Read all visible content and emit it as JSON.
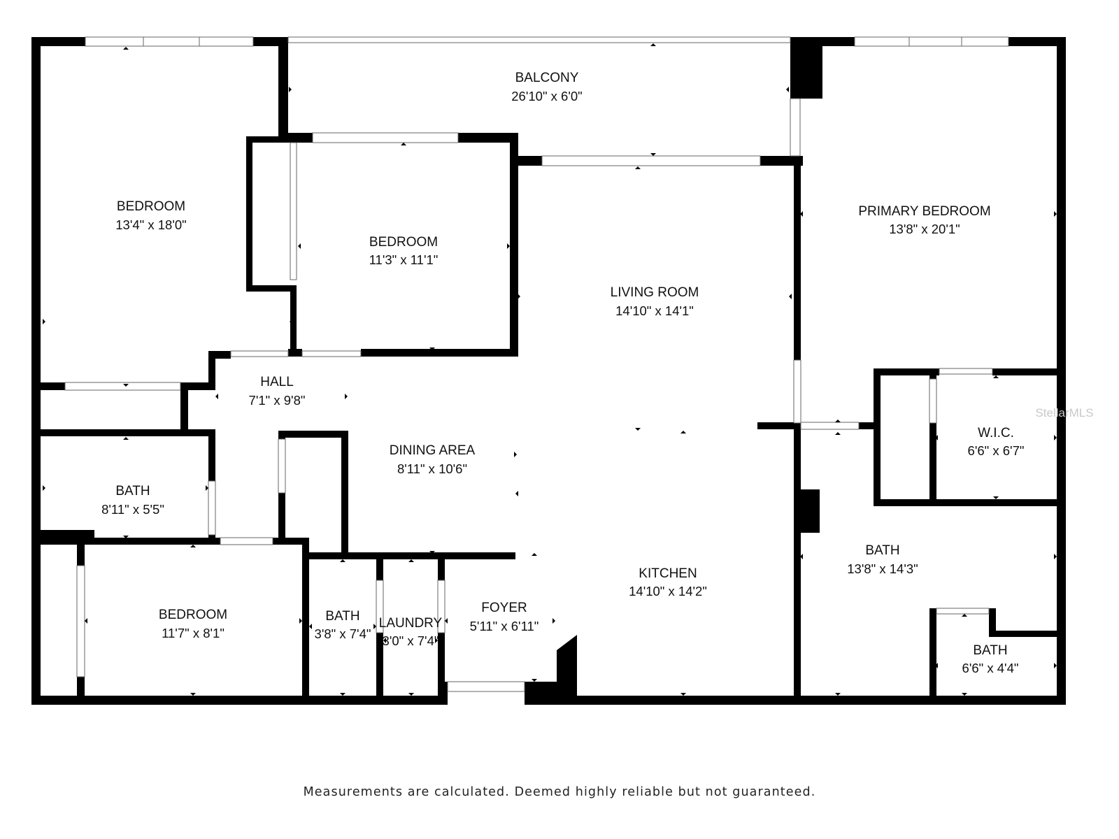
{
  "rooms": {
    "balcony": {
      "name": "BALCONY",
      "dims": "26'10\" x 6'0\""
    },
    "bedroom_nw": {
      "name": "BEDROOM",
      "dims": "13'4\" x 18'0\""
    },
    "bedroom_center": {
      "name": "BEDROOM",
      "dims": "11'3\" x 11'1\""
    },
    "living_room": {
      "name": "LIVING ROOM",
      "dims": "14'10\" x 14'1\""
    },
    "primary_bedroom": {
      "name": "PRIMARY BEDROOM",
      "dims": "13'8\" x 20'1\""
    },
    "hall": {
      "name": "HALL",
      "dims": "7'1\" x 9'8\""
    },
    "dining_area": {
      "name": "DINING AREA",
      "dims": "8'11\" x 10'6\""
    },
    "wic": {
      "name": "W.I.C.",
      "dims": "6'6\" x 6'7\""
    },
    "bath_west": {
      "name": "BATH",
      "dims": "8'11\" x 5'5\""
    },
    "bath_primary": {
      "name": "BATH",
      "dims": "13'8\" x 14'3\""
    },
    "kitchen": {
      "name": "KITCHEN",
      "dims": "14'10\" x 14'2\""
    },
    "foyer": {
      "name": "FOYER",
      "dims": "5'11\" x 6'11\""
    },
    "bedroom_sw": {
      "name": "BEDROOM",
      "dims": "11'7\" x 8'1\""
    },
    "bath_small": {
      "name": "BATH",
      "dims": "3'8\" x 7'4\""
    },
    "laundry": {
      "name": "LAUNDRY",
      "dims": "3'0\" x 7'4\""
    },
    "bath_se": {
      "name": "BATH",
      "dims": "6'6\" x 4'4\""
    }
  },
  "watermark": "StellarMLS",
  "disclaimer": "Measurements are calculated. Deemed highly reliable but not guaranteed.",
  "colors": {
    "wall": "#000000",
    "window": "#ffffff",
    "background": "#ffffff"
  }
}
